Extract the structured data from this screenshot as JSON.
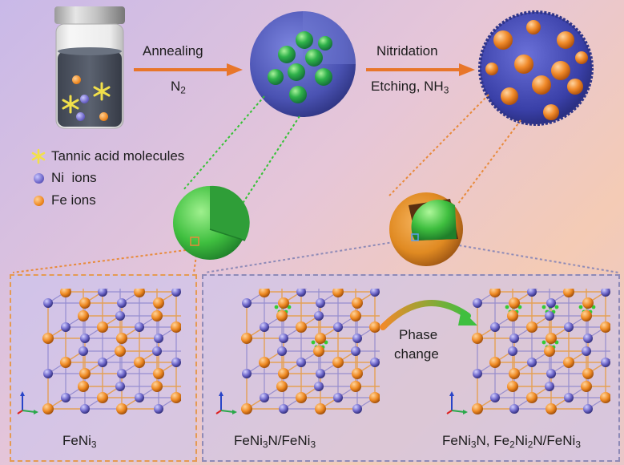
{
  "arrows": {
    "step1_top": "Annealing",
    "step1_bottom_base": "N",
    "step1_bottom_sub": "2",
    "step2_top": "Nitridation",
    "step2_bottom_base": "Etching, NH",
    "step2_bottom_sub": "3"
  },
  "legend": {
    "items": [
      {
        "icon": "star-icon",
        "label": "Tannic acid molecules"
      },
      {
        "icon": "ni-ion-icon",
        "label": "Ni  ions"
      },
      {
        "icon": "fe-ion-icon",
        "label": "Fe ions"
      }
    ]
  },
  "panels": {
    "left": {
      "caption": {
        "p1": "FeNi",
        "s1": "3"
      }
    },
    "middle": {
      "caption": {
        "p1": "FeNi",
        "s1": "3",
        "p2": "N/FeNi",
        "s2": "3"
      }
    },
    "phase": {
      "line1": "Phase",
      "line2": "change"
    },
    "right": {
      "caption": {
        "p1": "FeNi",
        "s1": "3",
        "p2": "N, Fe",
        "s2": "2",
        "p3": "Ni",
        "s3": "2",
        "p4": "N/FeNi",
        "s4": "3"
      }
    }
  },
  "colors": {
    "fe": "#ef8a23",
    "ni": "#6d66c9",
    "star": "#f2e04a",
    "arrow": "#e8762a",
    "sphere_green": "#3fbf3f",
    "nitrogen": "#33cc33"
  }
}
